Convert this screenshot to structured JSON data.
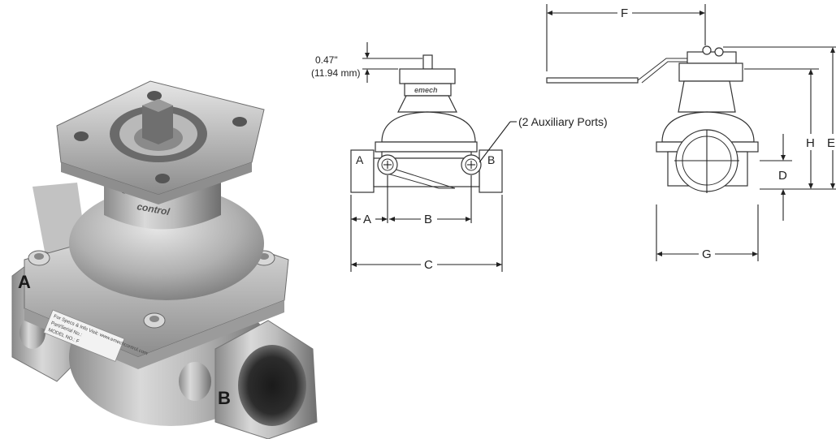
{
  "labels3d": {
    "port_a": "A",
    "port_b": "B"
  },
  "nameplate": {
    "line1": "For Specs & Info Visit: www.emechcontrol.com",
    "line2": "Part/Serial No.:",
    "line3": "MODEL NO.: F"
  },
  "brand": {
    "name": "emech",
    "sub": "control"
  },
  "front_view": {
    "dim_top_in": "0.47\"",
    "dim_top_mm": "(11.94 mm)",
    "dim_a": "A",
    "dim_b": "B",
    "dim_c": "C",
    "port_a": "A",
    "port_b": "B",
    "aux_ports": "(2 Auxiliary Ports)"
  },
  "side_view": {
    "dim_f": "F",
    "dim_h": "H",
    "dim_e": "E",
    "dim_d": "D",
    "dim_g": "G"
  }
}
